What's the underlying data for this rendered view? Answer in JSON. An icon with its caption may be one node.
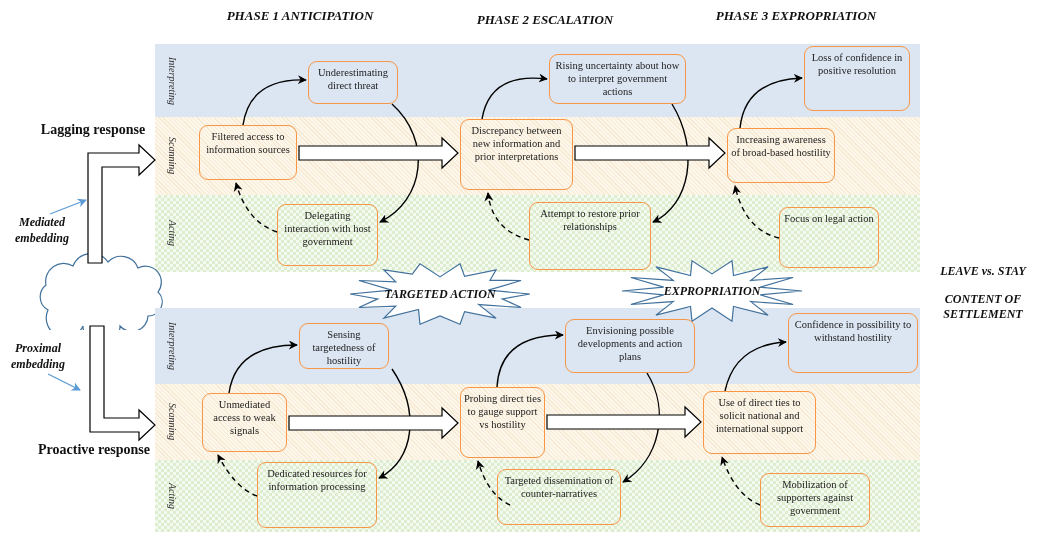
{
  "diagram": {
    "nodes": [
      {
        "text": [
          "Interpreting"
        ]
      },
      {
        "text": [
          "Underestimating direct threat"
        ],
        "in": 0
      },
      {
        "text": [
          "Rising uncertainty about how to interpret government actions"
        ],
        "in": 0
      },
      {
        "text": [
          "Loss of confidence in positive resolution"
        ],
        "in": 0
      },
      {
        "text": [
          "Scanning"
        ]
      },
      {
        "text": [
          "Filtered access to information sources"
        ],
        "in": 4
      },
      {
        "text": [
          "Discrepancy between new information and prior interpretations"
        ],
        "in": 4
      },
      {
        "text": [
          "Increasing awareness of broad-based hostility"
        ],
        "in": 4
      },
      {
        "text": [
          "Acting"
        ]
      },
      {
        "text": [
          "Delegating interaction with host government"
        ],
        "in": 8
      },
      {
        "text": [
          "Attempt to restore prior relationships"
        ],
        "in": 8
      },
      {
        "text": [
          "Focus on legal action"
        ],
        "in": 8
      },
      {
        "text": [
          "Mediated embedding"
        ]
      },
      {
        "text": [],
        "shape": "cloud"
      },
      {
        "text": [
          "TARGETED ACTION"
        ]
      },
      {
        "text": [
          "EXPROPRIATION"
        ]
      },
      {
        "text": [
          "Proximal embedding"
        ]
      },
      {
        "text": [
          "Interpreting"
        ]
      },
      {
        "text": [
          "Sensing targetedness of hostility"
        ],
        "in": 17
      },
      {
        "text": [
          "Envisioning possible developments and action plans"
        ],
        "in": 17
      },
      {
        "text": [
          "Confidence in possibility to withstand hostility"
        ],
        "in": 17
      },
      {
        "text": [
          "Scanning"
        ]
      },
      {
        "text": [
          "Unmediated access to weak signals"
        ],
        "in": 21
      },
      {
        "text": [
          "Probing direct ties to gauge support vs hostility"
        ],
        "in": 21
      },
      {
        "text": [
          "Use of direct ties to solicit national and international support"
        ],
        "in": 21
      },
      {
        "text": [
          "Acting"
        ]
      },
      {
        "text": [
          "Dedicated resources for information processing"
        ],
        "in": 25
      },
      {
        "text": [
          "Targeted dissemination of counter-narratives"
        ],
        "in": 25
      },
      {
        "text": [
          "Mobilization of supporters against government"
        ],
        "in": 25
      }
    ],
    "edges": [
      {
        "from": 5,
        "to": 1,
        "arrow": "to"
      },
      {
        "from": 1,
        "to": 9,
        "arrow": "to"
      },
      {
        "from": 9,
        "to": 5,
        "arrow": "to",
        "style": "dashed"
      },
      {
        "from": 5,
        "to": 6,
        "arrow": "to",
        "style": "thick"
      },
      {
        "from": 6,
        "to": 2,
        "arrow": "to"
      },
      {
        "from": 2,
        "to": 10,
        "arrow": "to"
      },
      {
        "from": 10,
        "to": 6,
        "arrow": "to",
        "style": "dashed"
      },
      {
        "from": 6,
        "to": 7,
        "arrow": "to",
        "style": "thick"
      },
      {
        "from": 7,
        "to": 3,
        "arrow": "to"
      },
      {
        "from": 11,
        "to": 7,
        "arrow": "to",
        "style": "dashed"
      },
      {
        "from": 22,
        "to": 18,
        "arrow": "to"
      },
      {
        "from": 18,
        "to": 26,
        "arrow": "to"
      },
      {
        "from": 26,
        "to": 22,
        "arrow": "to",
        "style": "dashed"
      },
      {
        "from": 22,
        "to": 23,
        "arrow": "to",
        "style": "thick"
      },
      {
        "from": 23,
        "to": 19,
        "arrow": "to"
      },
      {
        "from": 19,
        "to": 27,
        "arrow": "to"
      },
      {
        "from": 27,
        "to": 23,
        "arrow": "to",
        "style": "dashed"
      },
      {
        "from": 23,
        "to": 24,
        "arrow": "to",
        "style": "thick"
      },
      {
        "from": 24,
        "to": 20,
        "arrow": "to"
      },
      {
        "from": 28,
        "to": 24,
        "arrow": "to",
        "style": "dashed"
      },
      {
        "from": 13,
        "to": 4,
        "arrow": "to",
        "style": "thick"
      },
      {
        "from": 13,
        "to": 21,
        "arrow": "to",
        "style": "thick"
      },
      {
        "from": 12,
        "to": null,
        "arrow": "to",
        "color": "#5b9bd5"
      },
      {
        "from": 16,
        "to": null,
        "arrow": "to",
        "color": "#5b9bd5"
      }
    ],
    "labels": [
      "PHASE 1 ANTICIPATION",
      "PHASE 2 ESCALATION",
      "PHASE 3 EXPROPRIATION",
      "Lagging response",
      "LEAVE vs. STAY",
      "CONTENT OF SETTLEMENT",
      "Proactive response"
    ]
  }
}
